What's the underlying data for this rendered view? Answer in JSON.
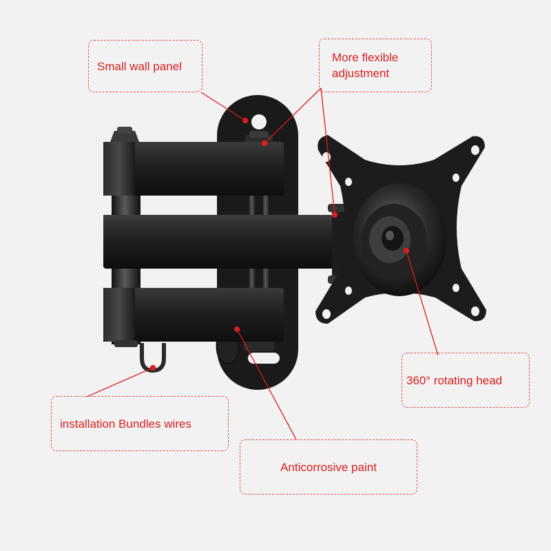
{
  "callouts": {
    "wall_panel": "Small wall panel",
    "flexible_adjustment": "More flexible\nadjustment",
    "rotating_head": "360° rotating head",
    "bundles_wires": "installation Bundles wires",
    "anticorrosive_paint": "Anticorrosive paint"
  },
  "colors": {
    "background": "#f2f2f2",
    "accent_red": "#d81e1e",
    "product_black": "#1c1c1c"
  }
}
